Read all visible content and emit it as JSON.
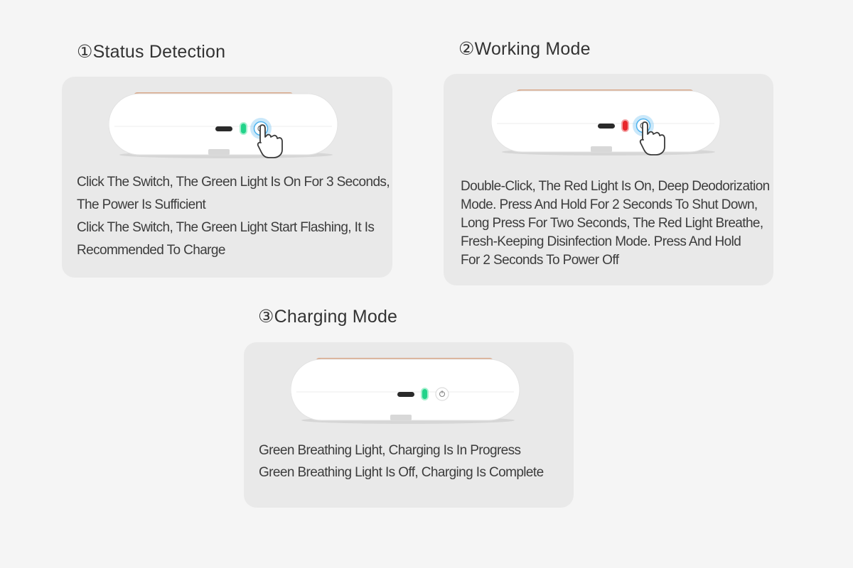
{
  "sections": [
    {
      "title": "①Status Detection",
      "led_color": "#22d38a",
      "pressed": true,
      "lines": [
        "Click The Switch, The Green Light Is On For 3 Seconds,",
        "The Power Is Sufficient",
        "Click The Switch, The Green Light Start Flashing, It Is",
        "Recommended To Charge"
      ]
    },
    {
      "title": "②Working Mode",
      "led_color": "#e8262b",
      "pressed": true,
      "lines": [
        "Double-Click, The Red Light Is On, Deep Deodorization",
        "Mode. Press And Hold For 2 Seconds To Shut Down,",
        "Long Press For Two Seconds, The Red Light Breathe,",
        "Fresh-Keeping Disinfection Mode. Press And Hold",
        "For 2 Seconds To Power Off"
      ]
    },
    {
      "title": "③Charging Mode",
      "led_color": "#22d38a",
      "pressed": false,
      "lines": [
        "Green Breathing Light, Charging Is In Progress",
        "Green Breathing Light Is Off, Charging Is Complete"
      ]
    }
  ],
  "colors": {
    "background": "#f5f5f5",
    "panel": "#e9e9e9",
    "device_body": "#ffffff",
    "trim": "#d9a88a",
    "touch_glow": "#4fb3ee"
  }
}
